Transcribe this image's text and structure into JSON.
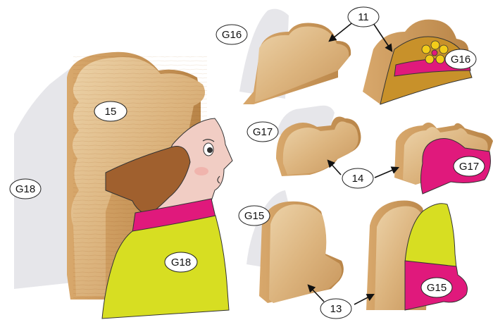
{
  "colors": {
    "wood_light": "#e6c79a",
    "wood_mid": "#d2a46b",
    "wood_dark": "#b8844a",
    "shadow": "#e8e8ec",
    "skin": "#f1cdc4",
    "hair": "#a0602e",
    "lime": "#d7de22",
    "magenta": "#e0197c",
    "hat_brown": "#c8912a",
    "flower": "#f2cc1a"
  },
  "labels": {
    "big_part": "15",
    "big_shadow": "G18",
    "big_dress": "G18",
    "top_mid_shadow": "G16",
    "top_right_hat": "G16",
    "mid_left_shadow": "G17",
    "mid_right_hat": "G17",
    "bot_left_shadow": "G15",
    "bot_right_dress": "G15",
    "callout_11": "11",
    "callout_14": "14",
    "callout_13": "13"
  }
}
